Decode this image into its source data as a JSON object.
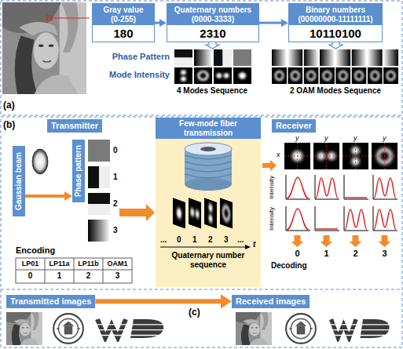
{
  "diagram": {
    "nodes": [
      {
        "text": [
          "Gray value (0-255)",
          "180"
        ]
      },
      {
        "text": [
          "Quaternary numbers (0000-3333)",
          "2310"
        ]
      },
      {
        "text": [
          "Binary numbers (00000000-11111111)",
          "10110100"
        ]
      },
      {
        "text": [
          "Transmitter"
        ]
      },
      {
        "text": [
          "Few-mode fiber transmission"
        ]
      },
      {
        "text": [
          "Receiver"
        ]
      },
      {
        "text": [
          "Gaussian beam"
        ]
      },
      {
        "text": [
          "Phase pattern"
        ]
      },
      {
        "text": [
          "Transmitted images"
        ]
      },
      {
        "text": [
          "Received images"
        ]
      }
    ],
    "edges": [
      {
        "from": 0,
        "to": 1,
        "arrow": "to"
      },
      {
        "from": 1,
        "to": 2,
        "arrow": "to"
      },
      {
        "from": 6,
        "to": 7,
        "arrow": "to"
      },
      {
        "from": 8,
        "to": 9,
        "arrow": "to"
      }
    ],
    "labels": [
      "Phase Pattern",
      "Mode Intensity",
      "4 Modes Sequence",
      "2 OAM Modes Sequence",
      "(a)",
      "(b)",
      "0",
      "1",
      "2",
      "3",
      "Encoding",
      "LP01",
      "LP11a",
      "LP11b",
      "OAM1",
      "0",
      "1",
      "2",
      "3",
      "...",
      "0",
      "1",
      "2",
      "3",
      "...",
      "t",
      "Quaternary number sequence",
      "y",
      "y",
      "y",
      "y",
      "x",
      "Intensity",
      "Intensity",
      "Decoding",
      "0",
      "1",
      "2",
      "3",
      "(c)"
    ]
  }
}
